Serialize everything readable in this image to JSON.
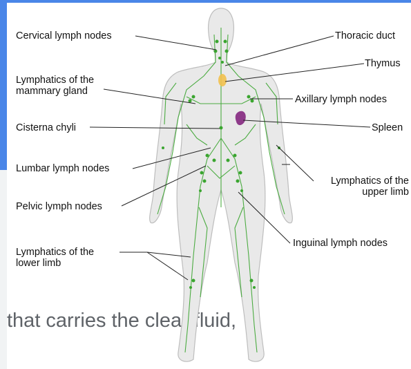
{
  "labels": {
    "cervical": "Cervical lymph nodes",
    "thoracic_duct": "Thoracic duct",
    "thymus": "Thymus",
    "mammary": "Lymphatics of the mammary gland",
    "axillary": "Axillary lymph nodes",
    "cisterna": "Cisterna chyli",
    "spleen": "Spleen",
    "lumbar": "Lumbar lymph nodes",
    "upper_limb": "Lymphatics of the upper limb",
    "pelvic": "Pelvic lymph nodes",
    "inguinal": "Inguinal lymph nodes",
    "lower_limb": "Lymphatics of the lower limb"
  },
  "caption": "that carries the clear fluid,",
  "colors": {
    "accent_blue": "#4a86e8",
    "lymph_green": "#3aa52f",
    "body_fill": "#e9e9e9",
    "thymus": "#f2c14e",
    "spleen": "#8e3a8a"
  }
}
